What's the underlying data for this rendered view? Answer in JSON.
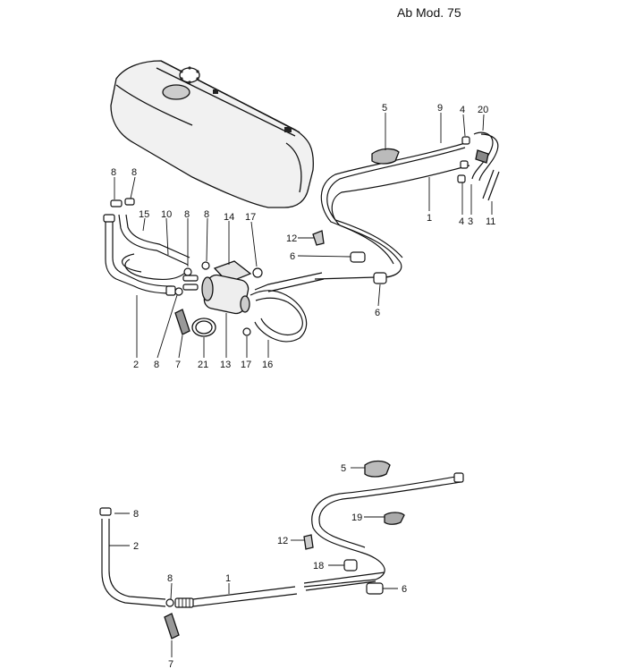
{
  "header": {
    "model_note": "Ab Mod. 75"
  },
  "callouts": {
    "upper": [
      "5",
      "9",
      "4",
      "20",
      "1",
      "4",
      "3",
      "11",
      "8",
      "8",
      "15",
      "10",
      "8",
      "8",
      "14",
      "17",
      "12",
      "6",
      "6",
      "2",
      "8",
      "7",
      "21",
      "13",
      "17",
      "16"
    ],
    "lower": [
      "5",
      "19",
      "8",
      "2",
      "12",
      "18",
      "8",
      "1",
      "6",
      "7"
    ]
  }
}
